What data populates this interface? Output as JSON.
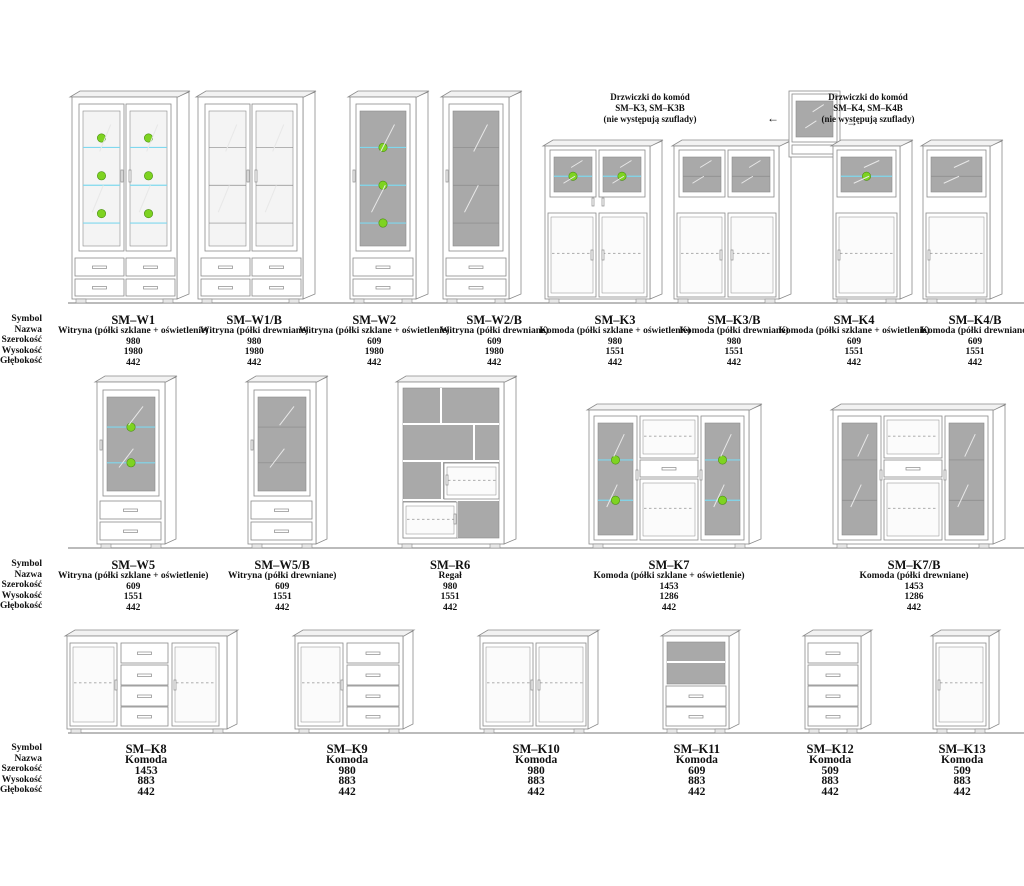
{
  "row_labels": [
    "Symbol",
    "Nazwa",
    "Szerokość",
    "Wysokość",
    "Głębokość"
  ],
  "notes": {
    "left": [
      "Drzwiczki do komód",
      "SM–K3, SM–K3B",
      "(nie występują szuflady)"
    ],
    "right": [
      "Drzwiczki do komód",
      "SM–K4, SM–K4B",
      "(nie występują szuflady)"
    ],
    "arrow_left": "←",
    "arrow_right": "→"
  },
  "rows": [
    [
      {
        "symbol": "SM–W1",
        "name": "Witryna (półki szklane + oświetlenie)",
        "width": "980",
        "height": "1980",
        "depth": "442"
      },
      {
        "symbol": "SM–W1/B",
        "name": "Witryna (półki drewniane)",
        "width": "980",
        "height": "1980",
        "depth": "442"
      },
      {
        "symbol": "SM–W2",
        "name": "Witryna (półki szklane + oświetlenie)",
        "width": "609",
        "height": "1980",
        "depth": "442"
      },
      {
        "symbol": "SM–W2/B",
        "name": "Witryna (półki drewniane)",
        "width": "609",
        "height": "1980",
        "depth": "442"
      },
      {
        "symbol": "SM–K3",
        "name": "Komoda (półki szklane + oświetlenie)",
        "width": "980",
        "height": "1551",
        "depth": "442"
      },
      {
        "symbol": "SM–K3/B",
        "name": "Komoda (półki drewniane)",
        "width": "980",
        "height": "1551",
        "depth": "442"
      },
      {
        "symbol": "SM–K4",
        "name": "Komoda (półki szklane + oświetlenie)",
        "width": "609",
        "height": "1551",
        "depth": "442"
      },
      {
        "symbol": "SM–K4/B",
        "name": "Komoda (półki drewniane)",
        "width": "609",
        "height": "1551",
        "depth": "442"
      }
    ],
    [
      {
        "symbol": "SM–W5",
        "name": "Witryna (półki szklane + oświetlenie)",
        "width": "609",
        "height": "1551",
        "depth": "442"
      },
      {
        "symbol": "SM–W5/B",
        "name": "Witryna (półki drewniane)",
        "width": "609",
        "height": "1551",
        "depth": "442"
      },
      {
        "symbol": "SM–R6",
        "name": "Regał",
        "width": "980",
        "height": "1551",
        "depth": "442"
      },
      {
        "symbol": "SM–K7",
        "name": "Komoda (półki szklane + oświetlenie)",
        "width": "1453",
        "height": "1286",
        "depth": "442"
      },
      {
        "symbol": "SM–K7/B",
        "name": "Komoda (półki drewniane)",
        "width": "1453",
        "height": "1286",
        "depth": "442"
      }
    ],
    [
      {
        "symbol": "SM–K8",
        "name": "Komoda",
        "width": "1453",
        "height": "883",
        "depth": "442"
      },
      {
        "symbol": "SM–K9",
        "name": "Komoda",
        "width": "980",
        "height": "883",
        "depth": "442"
      },
      {
        "symbol": "SM–K10",
        "name": "Komoda",
        "width": "980",
        "height": "883",
        "depth": "442"
      },
      {
        "symbol": "SM–K11",
        "name": "Komoda",
        "width": "609",
        "height": "883",
        "depth": "442"
      },
      {
        "symbol": "SM–K12",
        "name": "Komoda",
        "width": "509",
        "height": "883",
        "depth": "442"
      },
      {
        "symbol": "SM–K13",
        "name": "Komoda",
        "width": "509",
        "height": "883",
        "depth": "442"
      }
    ]
  ],
  "colors": {
    "line": "#8a8a8a",
    "glass_gray": "#a9a9a9",
    "light_green": "#7ed321",
    "shelf_blue": "#7fd8ee"
  }
}
